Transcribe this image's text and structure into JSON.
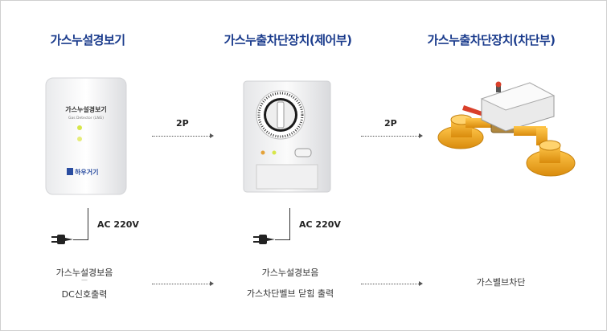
{
  "devices": [
    {
      "title": "가스누설경보기",
      "name": "gas-leak-alarm"
    },
    {
      "title": "가스누출차단장치(제어부)",
      "name": "gas-shutoff-control"
    },
    {
      "title": "가스누출차단장치(차단부)",
      "name": "gas-shutoff-valve"
    }
  ],
  "alarm_panel": {
    "label": "가스누설경보기",
    "sublabel": "Gas Detector (LNG)",
    "brand": "하우거기"
  },
  "connectors": [
    "2P",
    "2P"
  ],
  "power": [
    "AC 220V",
    "AC 220V"
  ],
  "descriptions": {
    "d1_line1": "가스누설경보음",
    "d1_line2": "DC신호출력",
    "d2_line1": "가스누설경보음",
    "d2_line2": "가스차단벨브 닫힘 출력",
    "d3_line1": "가스벨브차단"
  },
  "colors": {
    "title": "#1a3b8c",
    "valve": "#f3a71b",
    "led": "#d7e64a"
  }
}
